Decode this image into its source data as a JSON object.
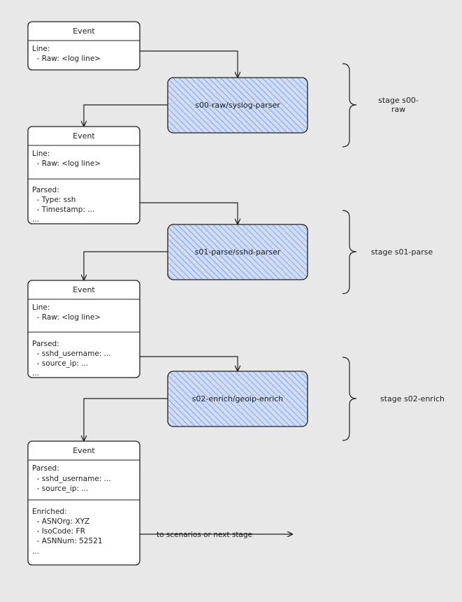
{
  "events": [
    {
      "title": "Event",
      "sections": [
        {
          "lines": [
            "Line:",
            "  - Raw: <log line>"
          ]
        }
      ]
    },
    {
      "title": "Event",
      "sections": [
        {
          "lines": [
            "Line:",
            "  - Raw: <log line>"
          ]
        },
        {
          "lines": [
            "Parsed:",
            "  - Type: ssh",
            "  - Timestamp: ...",
            "..."
          ]
        }
      ]
    },
    {
      "title": "Event",
      "sections": [
        {
          "lines": [
            "Line:",
            "  - Raw: <log line>"
          ]
        },
        {
          "lines": [
            "Parsed:",
            "  - sshd_username: ...",
            "  - source_ip: ...",
            "..."
          ]
        }
      ]
    },
    {
      "title": "Event",
      "sections": [
        {
          "lines": [
            "Parsed:",
            "  - sshd_username: ...",
            "  - source_ip: ..."
          ]
        },
        {
          "lines": [
            "Enriched:",
            "  - ASNOrg: XYZ",
            "  - IsoCode: FR",
            "  - ASNNum: 52521",
            "..."
          ]
        }
      ]
    }
  ],
  "parsers": [
    {
      "label": "s00-raw/syslog-parser"
    },
    {
      "label": "s01-parse/sshd-parser"
    },
    {
      "label": "s02-enrich/geoip-enrich"
    }
  ],
  "stages": [
    {
      "label_lines": [
        "stage s00-",
        "raw"
      ]
    },
    {
      "label_lines": [
        "stage s01-parse"
      ]
    },
    {
      "label_lines": [
        "stage s02-enrich"
      ]
    }
  ],
  "output_label": "to scenarios or next stage",
  "colors": {
    "background": "#e8e8e8",
    "parser_fill": "#d0dcf5",
    "hatch_stroke": "#4a78d0",
    "stroke": "#1e1e1e"
  }
}
